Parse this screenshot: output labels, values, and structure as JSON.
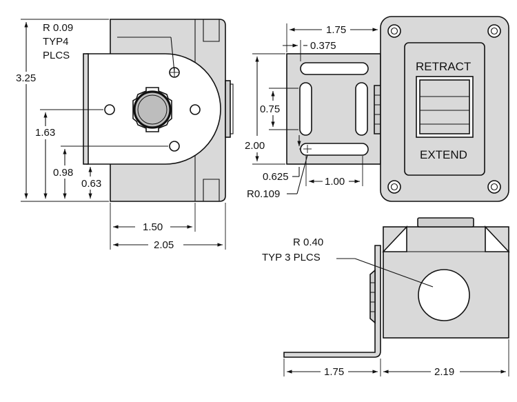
{
  "views": {
    "side": {
      "note_radius": "R 0.09",
      "note_typ": "TYP4",
      "note_plcs": "PLCS",
      "dim_height": "3.25",
      "dim_center": "1.63",
      "dim_hole": "0.98",
      "dim_flange": "0.63",
      "dim_width_inner": "1.50",
      "dim_width_total": "2.05"
    },
    "front": {
      "dim_bracket_width": "1.75",
      "dim_slot_offset": "0.375",
      "dim_slot_length": "0.75",
      "dim_bracket_height": "2.00",
      "dim_slot_bottom": "0.625",
      "dim_slot_spacing": "1.00",
      "note_radius": "R0.109",
      "label_retract": "RETRACT",
      "label_extend": "EXTEND"
    },
    "bottom": {
      "note_radius": "R 0.40",
      "note_typ": "TYP 3 PLCS",
      "dim_bracket": "1.75",
      "dim_body": "2.19"
    }
  }
}
